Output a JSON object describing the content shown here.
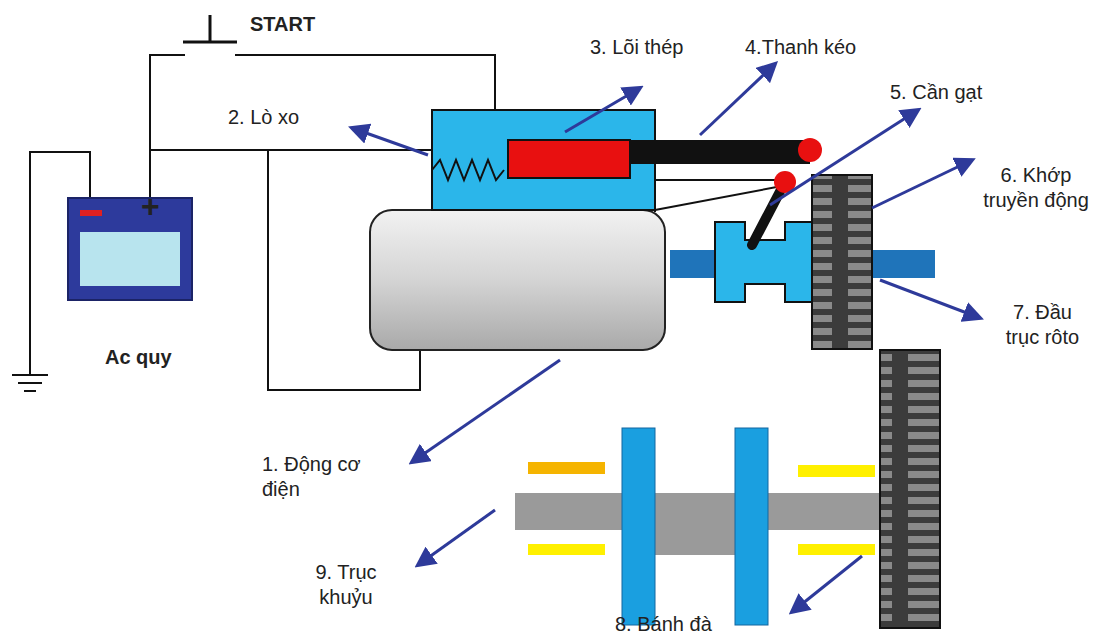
{
  "diagram": {
    "labels": [
      "START",
      "2. Lò xo",
      "3. Lõi thép",
      "4.Thanh kéo",
      "5. Cần gạt",
      "6. Khớp truyền động",
      "+",
      "Ac quy",
      "7. Đầu trục rôto",
      "1. Động cơ điện",
      "9. Trục khuỷu",
      "8. Bánh đà"
    ]
  }
}
